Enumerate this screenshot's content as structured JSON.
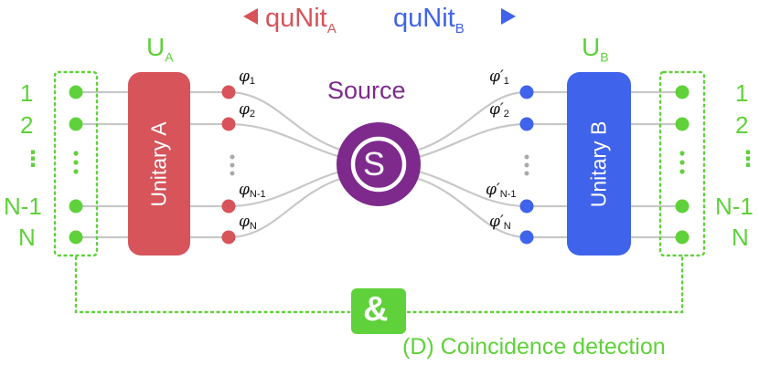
{
  "header": {
    "qunit_a": "quNit",
    "qunit_a_sub": "A",
    "qunit_b": "quNit",
    "qunit_b_sub": "B",
    "arrow_left_icon": "triangle-left-icon",
    "arrow_right_icon": "triangle-right-icon"
  },
  "unitary_a": {
    "symbol": "U",
    "symbol_sub": "A",
    "label": "Unitary A",
    "color": "#d6545a"
  },
  "unitary_b": {
    "symbol": "U",
    "symbol_sub": "B",
    "label": "Unitary B",
    "color": "#3f63ea"
  },
  "source": {
    "title": "Source",
    "symbol": "S",
    "color": "#7d2a8c"
  },
  "ports_left": [
    "1",
    "2",
    "⋮",
    "N-1",
    "N"
  ],
  "ports_right": [
    "1",
    "2",
    "⋮",
    "N-1",
    "N"
  ],
  "modes_a": [
    {
      "symbol": "φ",
      "sub": "1"
    },
    {
      "symbol": "φ",
      "sub": "2"
    },
    {
      "symbol": "φ",
      "sub": "N-1"
    },
    {
      "symbol": "φ",
      "sub": "N"
    }
  ],
  "modes_b": [
    {
      "symbol": "φ′",
      "sub": "1"
    },
    {
      "symbol": "φ′",
      "sub": "2"
    },
    {
      "symbol": "φ′",
      "sub": "N-1"
    },
    {
      "symbol": "φ′",
      "sub": "N"
    }
  ],
  "coincidence": {
    "symbol": "&",
    "label": "(D) Coincidence detection"
  },
  "colors": {
    "detector": "#5fd13a",
    "wire": "#c8c8c8",
    "dots_gray": "#aaaaaa"
  }
}
